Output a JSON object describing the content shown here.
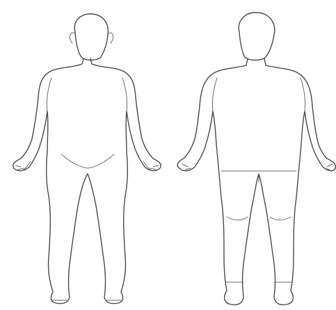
{
  "figure": {
    "kind": "body-outline",
    "views": [
      {
        "view": "front",
        "icon": "human-front-outline"
      },
      {
        "view": "back",
        "icon": "human-back-outline"
      }
    ],
    "colors": {
      "background": "#ffffff",
      "line": "#4a4a4a"
    }
  }
}
